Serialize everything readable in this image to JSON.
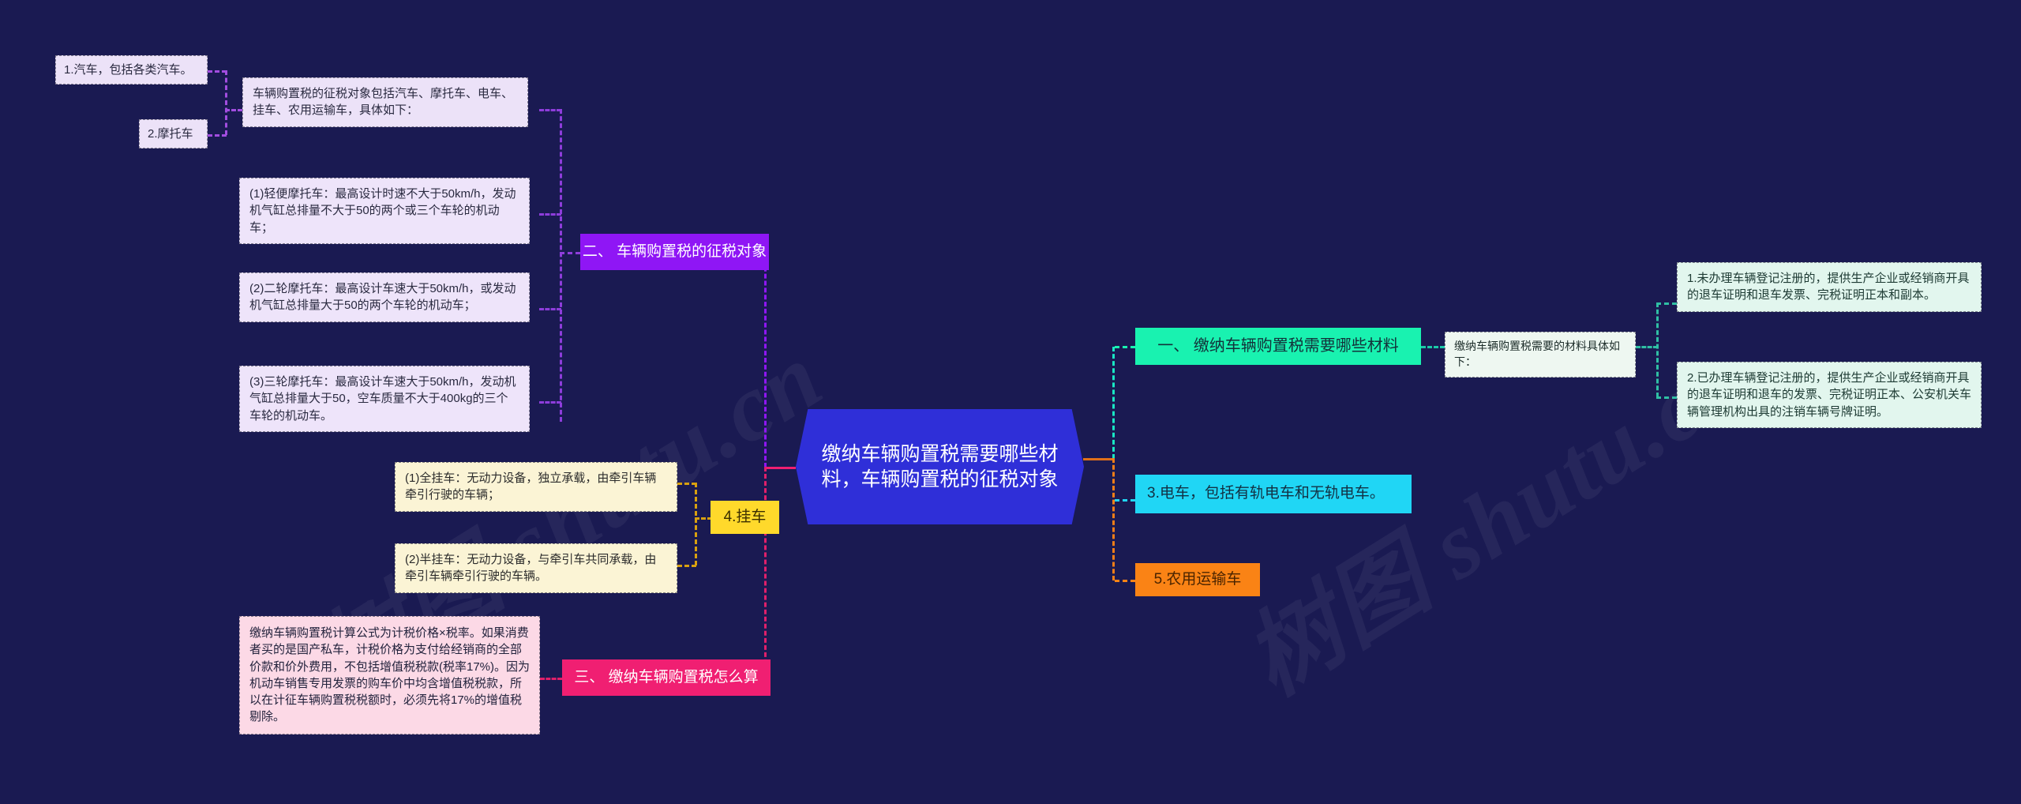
{
  "meta": {
    "background_color": "#1a1a52",
    "watermark_text": "树图 shutu.cn"
  },
  "root": {
    "label": "缴纳车辆购置税需要哪些材料，车辆购置税的征税对象",
    "color": "#2f2fd8"
  },
  "left_branches": [
    {
      "id": "branch-2",
      "label": "二、 车辆购置税的征税对象",
      "color": "#8f16f5",
      "children": [
        {
          "id": "intro-objects",
          "label": "车辆购置税的征税对象包括汽车、摩托车、电车、挂车、农用运输车，具体如下：",
          "color": "#ece2f8",
          "children": [
            {
              "id": "item-1",
              "label": "1.汽车，包括各类汽车。",
              "color": "#ece2f8"
            },
            {
              "id": "item-2",
              "label": "2.摩托车",
              "color": "#ece2f8"
            }
          ]
        },
        {
          "id": "moto-1",
          "label": "(1)轻便摩托车：最高设计时速不大于50km/h，发动机气缸总排量不大于50的两个或三个车轮的机动车；",
          "color": "#eee4fa"
        },
        {
          "id": "moto-2",
          "label": "(2)二轮摩托车：最高设计车速大于50km/h，或发动机气缸总排量大于50的两个车轮的机动车；",
          "color": "#eee4fa"
        },
        {
          "id": "moto-3",
          "label": "(3)三轮摩托车：最高设计车速大于50km/h，发动机气缸总排量大于50，空车质量不大于400kg的三个车轮的机动车。",
          "color": "#eee4fa"
        }
      ]
    },
    {
      "id": "branch-trailer",
      "label": "4.挂车",
      "color": "#ffd92b",
      "children": [
        {
          "id": "trailer-1",
          "label": "(1)全挂车：无动力设备，独立承载，由牵引车辆牵引行驶的车辆；",
          "color": "#fbf4d5"
        },
        {
          "id": "trailer-2",
          "label": "(2)半挂车：无动力设备，与牵引车共同承载，由牵引车辆牵引行驶的车辆。",
          "color": "#fbf4d5"
        }
      ]
    },
    {
      "id": "branch-3",
      "label": "三、 缴纳车辆购置税怎么算",
      "color": "#f01f72",
      "children": [
        {
          "id": "calc-text",
          "label": "缴纳车辆购置税计算公式为计税价格×税率。如果消费者买的是国产私车，计税价格为支付给经销商的全部价款和价外费用，不包括增值税税款(税率17%)。因为机动车销售专用发票的购车价中均含增值税税款，所以在计征车辆购置税税额时，必须先将17%的增值税剔除。",
          "color": "#fcd9e6"
        }
      ]
    }
  ],
  "right_branches": [
    {
      "id": "branch-1",
      "label": "一、 缴纳车辆购置税需要哪些材料",
      "color": "#19f2b0",
      "children": [
        {
          "id": "materials-intro",
          "label": "缴纳车辆购置税需要的材料具体如下：",
          "color": "#eef7f1",
          "children": [
            {
              "id": "material-1",
              "label": "1.未办理车辆登记注册的，提供生产企业或经销商开具的退车证明和退车发票、完税证明正本和副本。",
              "color": "#e2f6ee"
            },
            {
              "id": "material-2",
              "label": "2.已办理车辆登记注册的，提供生产企业或经销商开具的退车证明和退车的发票、完税证明正本、公安机关车辆管理机构出具的注销车辆号牌证明。",
              "color": "#e2f6ee"
            }
          ]
        }
      ]
    },
    {
      "id": "branch-tram",
      "label": "3.电车，包括有轨电车和无轨电车。",
      "color": "#20d6f5"
    },
    {
      "id": "branch-farm",
      "label": "5.农用运输车",
      "color": "#fa8315"
    }
  ]
}
